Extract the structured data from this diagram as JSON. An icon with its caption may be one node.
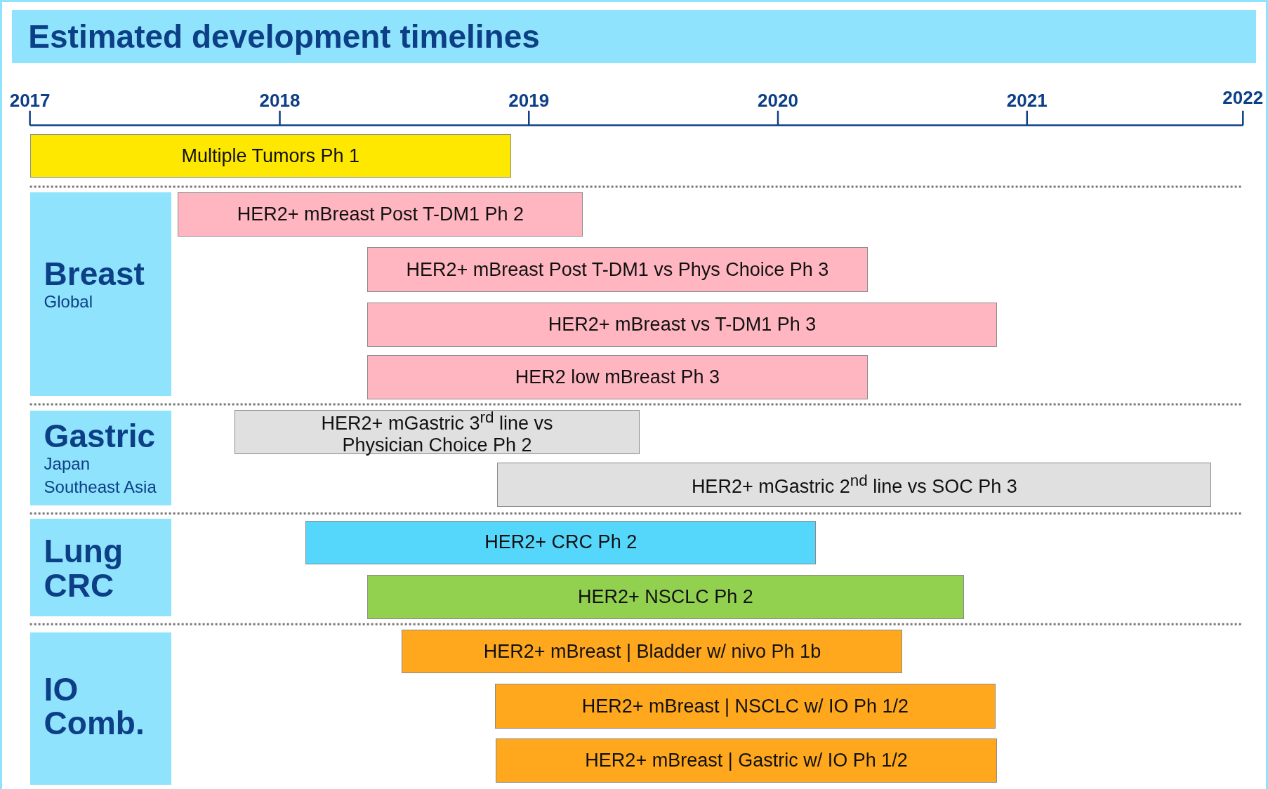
{
  "diagram": {
    "title": "Estimated development timelines",
    "nodes": [
      {
        "text": [
          "Multiple Tumors Ph 1"
        ]
      },
      {
        "text": [
          "Breast",
          "Global"
        ]
      },
      {
        "text": [
          "HER2+ mBreast  Post T-DM1 Ph 2"
        ]
      },
      {
        "text": [
          "HER2+ mBreast Post T-DM1 vs Phys Choice Ph 3"
        ]
      },
      {
        "text": [
          "HER2+ mBreast vs T-DM1 Ph 3"
        ]
      },
      {
        "text": [
          "HER2 low  mBreast  Ph 3"
        ]
      },
      {
        "text": [
          "Gastric",
          "Japan",
          "Southeast Asia"
        ]
      },
      {
        "text": [
          "HER2+ mGastric 3$^{rd}$ line vs Physician Choice Ph 2"
        ]
      },
      {
        "text": [
          "HER2+ mGastric 2$^{nd}$ line vs SOC Ph 3"
        ]
      },
      {
        "text": [
          "Lung CRC"
        ]
      },
      {
        "text": [
          "HER2+ CRC Ph 2"
        ]
      },
      {
        "text": [
          "HER2+ NSCLC Ph 2"
        ]
      },
      {
        "text": [
          "IO Comb."
        ]
      },
      {
        "text": [
          "HER2+ mBreast | Bladder w/ nivo Ph 1b"
        ]
      },
      {
        "text": [
          "HER2+ mBreast | NSCLC w/ IO Ph 1/2"
        ]
      },
      {
        "text": [
          "HER2+ mBreast | Gastric w/ IO Ph 1/2"
        ]
      }
    ],
    "edges": [],
    "labels": [
      "2017",
      "2018",
      "2019",
      "2020",
      "2021",
      "2022"
    ]
  }
}
